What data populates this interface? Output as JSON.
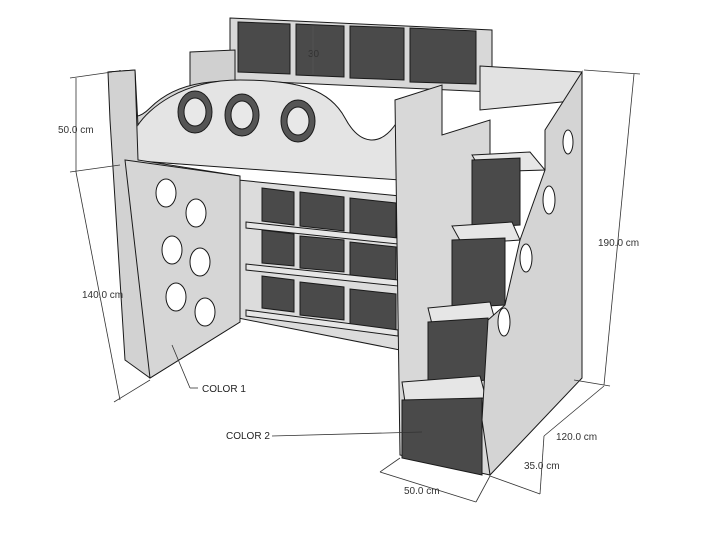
{
  "dimensions": {
    "top_height": "50.0 cm",
    "lower_height": "140.0 cm",
    "total_height": "190.0 cm",
    "depth": "120.0 cm",
    "step_depth": "35.0 cm",
    "stair_width": "50.0 cm",
    "shelf_height": "30"
  },
  "callouts": {
    "color1": "COLOR 1",
    "color2": "COLOR 2"
  },
  "colors": {
    "panel": "#d6d6d6",
    "panel_light": "#e4e4e4",
    "panel_dark": "#c2c2c2",
    "recess": "#4a4a4a",
    "outline": "#1a1a1a"
  }
}
